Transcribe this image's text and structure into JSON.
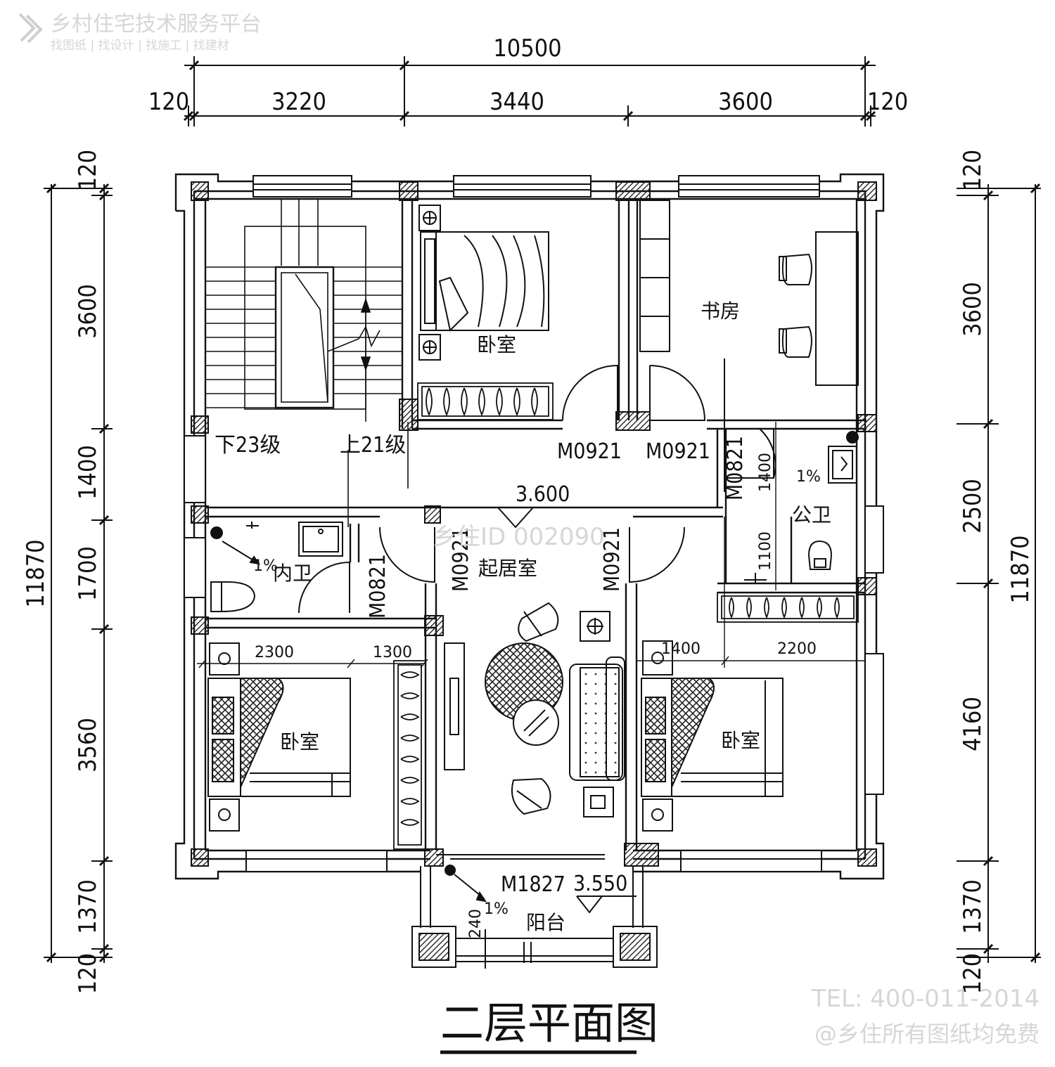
{
  "brand": {
    "name": "乡村住宅技术服务平台",
    "tagline": "找图纸 | 找设计 | 找施工 | 找建材"
  },
  "watermark": {
    "center_id": "乡住ID 002090",
    "tel": "TEL: 400-011-2014",
    "note": "@乡住所有图纸均免费"
  },
  "title": "二层平面图",
  "dimensions": {
    "top_total": "10500",
    "top_segments": [
      "120",
      "3220",
      "3440",
      "3600",
      "120"
    ],
    "left_total": "11870",
    "left_segments": [
      "120",
      "3600",
      "1400",
      "1700",
      "3560",
      "1370",
      "120"
    ],
    "right_total": "11870",
    "right_segments": [
      "120",
      "3600",
      "2500",
      "4160",
      "1370",
      "120"
    ],
    "inner": {
      "d2300": "2300",
      "d1300": "1300",
      "d1400": "1400",
      "d2200": "2200",
      "v1400": "1400",
      "v1100": "1100",
      "v240": "240"
    }
  },
  "rooms": {
    "bedroom_top": "卧室",
    "study": "书房",
    "living": "起居室",
    "bath_inner": "内卫",
    "bath_public": "公卫",
    "bedroom_left": "卧室",
    "bedroom_right": "卧室",
    "balcony": "阳台"
  },
  "stairs": {
    "down": "下23级",
    "up": "上21级"
  },
  "doors": {
    "m0921_a": "M0921",
    "m0921_b": "M0921",
    "m0821_public": "M0821",
    "m0821_inner": "M0821",
    "m0921_living_l": "M0921",
    "m0921_living_r": "M0921",
    "m1827": "M1827"
  },
  "levels": {
    "floor": "3.600",
    "balcony": "3.550"
  },
  "slopes": {
    "public": "1%",
    "inner": "1%",
    "balcony": "1%"
  }
}
